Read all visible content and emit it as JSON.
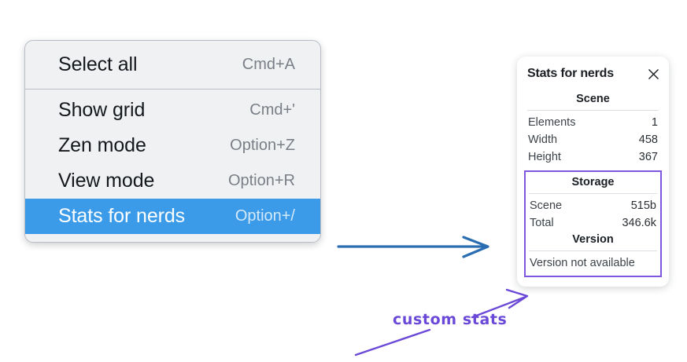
{
  "context_menu": {
    "groups": [
      {
        "items": [
          {
            "label": "Select all",
            "shortcut": "Cmd+A",
            "selected": false
          }
        ]
      },
      {
        "items": [
          {
            "label": "Show grid",
            "shortcut": "Cmd+'",
            "selected": false
          },
          {
            "label": "Zen mode",
            "shortcut": "Option+Z",
            "selected": false
          },
          {
            "label": "View mode",
            "shortcut": "Option+R",
            "selected": false
          },
          {
            "label": "Stats for nerds",
            "shortcut": "Option+/",
            "selected": true
          }
        ]
      }
    ],
    "highlight_color": "#3b9be8"
  },
  "stats_panel": {
    "title": "Stats for nerds",
    "close_icon": "close-icon",
    "scene": {
      "heading": "Scene",
      "rows": [
        {
          "key": "Elements",
          "value": "1"
        },
        {
          "key": "Width",
          "value": "458"
        },
        {
          "key": "Height",
          "value": "367"
        }
      ]
    },
    "storage": {
      "heading": "Storage",
      "rows": [
        {
          "key": "Scene",
          "value": "515b"
        },
        {
          "key": "Total",
          "value": "346.6k"
        }
      ]
    },
    "version": {
      "heading": "Version",
      "text": "Version not available"
    },
    "highlight_border_color": "#7f56e0"
  },
  "annotations": {
    "custom_stats_label": "custom stats",
    "arrow_color_blue": "#2a6db0",
    "arrow_color_purple": "#6b49d8"
  }
}
